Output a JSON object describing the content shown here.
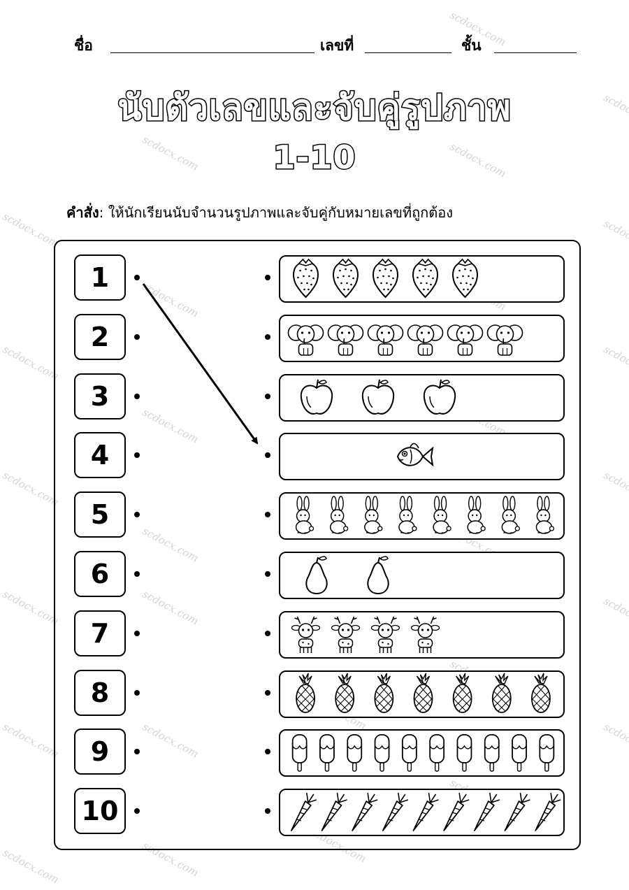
{
  "header": {
    "name_label": "ชื่อ",
    "number_label": "เลขที่",
    "class_label": "ชั้น"
  },
  "title": {
    "line1": "นับตัวเลขและจับคู่รูปภาพ",
    "line2": "1-10"
  },
  "instruction": {
    "prefix": "คำสั่ง",
    "text": ": ให้นักเรียนนับจำนวนรูปภาพและจับคู่กับหมายเลขที่ถูกต้อง"
  },
  "numbers": [
    "1",
    "2",
    "3",
    "4",
    "5",
    "6",
    "7",
    "8",
    "9",
    "10"
  ],
  "picture_rows": [
    {
      "icon": "strawberry-icon",
      "count": 5
    },
    {
      "icon": "elephant-icon",
      "count": 6
    },
    {
      "icon": "apple-icon",
      "count": 3
    },
    {
      "icon": "fish-icon",
      "count": 1
    },
    {
      "icon": "rabbit-icon",
      "count": 8
    },
    {
      "icon": "pear-icon",
      "count": 2
    },
    {
      "icon": "deer-icon",
      "count": 4
    },
    {
      "icon": "pineapple-icon",
      "count": 7
    },
    {
      "icon": "popsicle-icon",
      "count": 10
    },
    {
      "icon": "carrot-icon",
      "count": 9
    }
  ],
  "example_arrow": {
    "from_number": "1",
    "to_row": 4
  },
  "watermark": "scdocx.com"
}
